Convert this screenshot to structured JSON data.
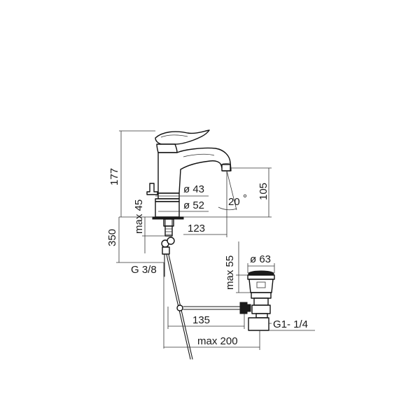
{
  "drawing": {
    "dims": {
      "total_height": "177",
      "base_diameter_small": "ø 43",
      "base_diameter_large": "ø 52",
      "spout_height": "105",
      "spout_angle": "20",
      "degree_symbol": "°",
      "max_deck": "max 45",
      "spout_reach": "123",
      "flex_length": "350",
      "inlet_thread": "G 3/8",
      "waste_height": "max 55",
      "waste_diameter": "ø 63",
      "rod_distance": "135",
      "waste_thread": "G1- 1/4",
      "rod_max": "max 200"
    }
  }
}
